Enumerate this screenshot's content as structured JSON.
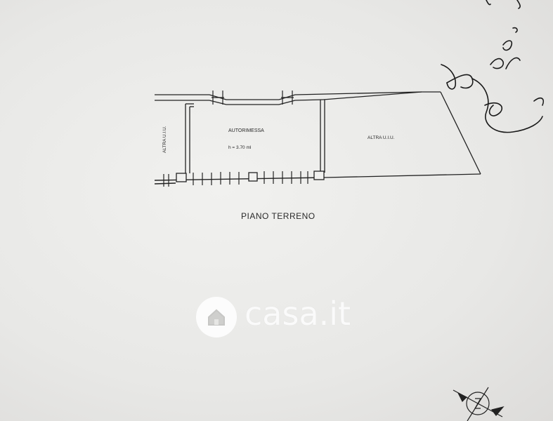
{
  "plan": {
    "garage_label": "AUTORIMESSA",
    "garage_height": "h = 3.70 ml",
    "other_unit_left": "ALTRA U.I.U.",
    "other_unit_right": "ALTRA U.I.U.",
    "floor_title": "PIANO TERRENO"
  },
  "watermark": {
    "brand": "casa.it",
    "icon": "house-icon"
  },
  "signature": {
    "icon": "handwritten-signature"
  },
  "compass": {
    "icon": "north-arrow-icon"
  }
}
